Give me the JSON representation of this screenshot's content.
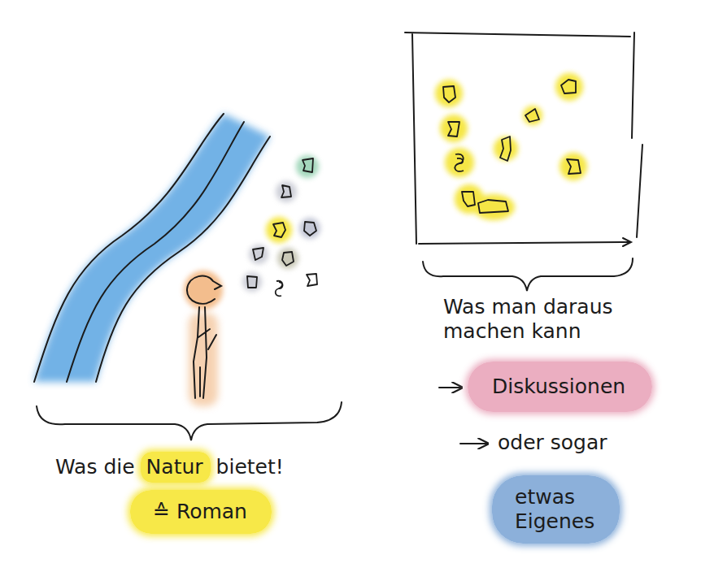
{
  "diagram": {
    "nodes": [
      {
        "text": [
          "Natur"
        ]
      },
      {
        "text": [
          "≙ Roman"
        ]
      },
      {
        "text": [
          "Diskussionen"
        ]
      },
      {
        "text": [
          "etwas Eigenes"
        ]
      }
    ],
    "labels": [
      "Was die",
      "bietet!",
      "Was man daraus machen kann",
      "oder sogar"
    ]
  }
}
